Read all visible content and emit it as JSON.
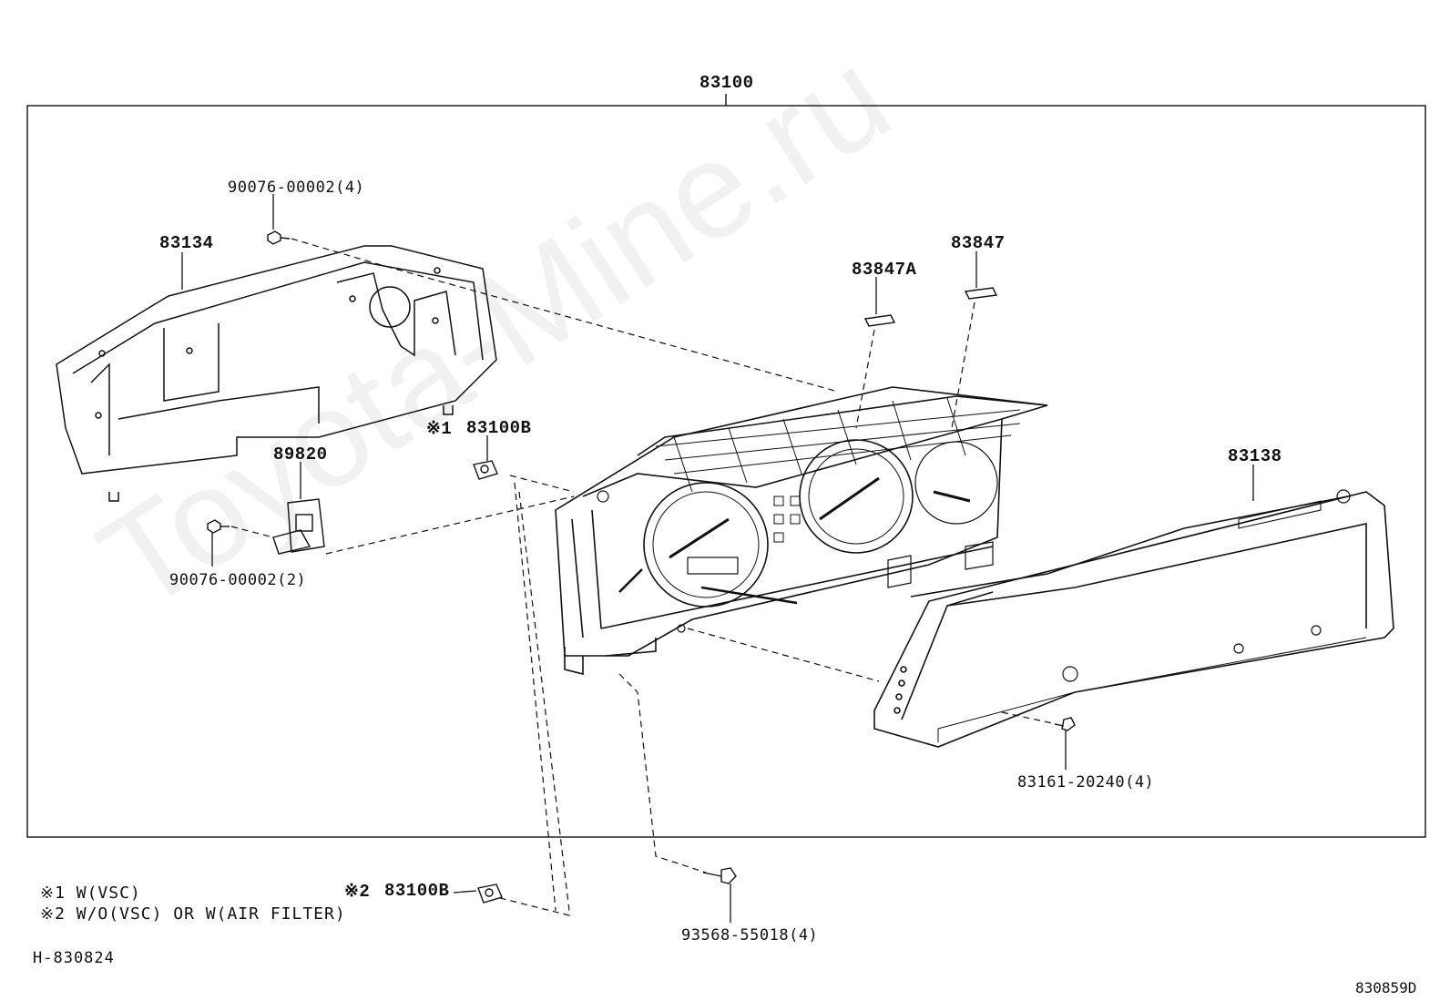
{
  "diagram": {
    "assembly_label": "83100",
    "parts": {
      "bracket_screw_top": "90076-00002(4)",
      "rear_cover": "83134",
      "sensor": "89820",
      "sensor_screw": "90076-00002(2)",
      "clip_vsc": "83100B",
      "clip_vsc_mark": "※1",
      "plate_a": "83847A",
      "plate": "83847",
      "front_glass": "83138",
      "glass_screw": "83161-20240(4)",
      "clip_no_vsc": "83100B",
      "clip_no_vsc_mark": "※2",
      "bolt": "93568-55018(4)"
    },
    "notes": {
      "note1": "※1 W(VSC)",
      "note2": "※2 W/O(VSC) OR W(AIR FILTER)"
    },
    "footer": {
      "left_code": "H-830824",
      "right_code": "830859D"
    },
    "watermark": "Toyota-Mine.ru"
  }
}
